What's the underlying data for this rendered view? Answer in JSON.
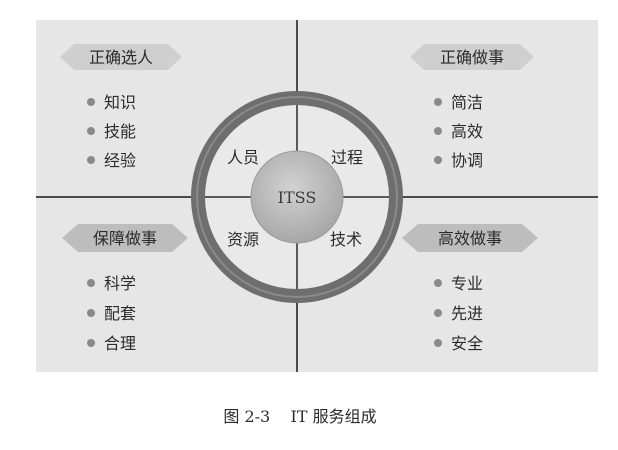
{
  "quadrants": {
    "top_left": {
      "title": "正确选人",
      "items": [
        "知识",
        "技能",
        "经验"
      ]
    },
    "top_right": {
      "title": "正确做事",
      "items": [
        "简洁",
        "高效",
        "协调"
      ]
    },
    "bottom_left": {
      "title": "保障做事",
      "items": [
        "科学",
        "配套",
        "合理"
      ]
    },
    "bottom_right": {
      "title": "高效做事",
      "items": [
        "专业",
        "先进",
        "安全"
      ]
    }
  },
  "circle": {
    "center": "ITSS",
    "segments": {
      "top_left": "人员",
      "top_right": "过程",
      "bottom_left": "资源",
      "bottom_right": "技术"
    }
  },
  "caption": "图 2-3    IT 服务组成",
  "colors": {
    "panel": "#e6e6e6",
    "axis": "#4a4a4a",
    "ring_outer": "#6e6e6e",
    "ring_inner": "#e9e9e9",
    "core": "#b8b8b8",
    "banner": "#cfcfcf",
    "bullet": "#8a8a8a",
    "text": "#2b2b2b"
  }
}
